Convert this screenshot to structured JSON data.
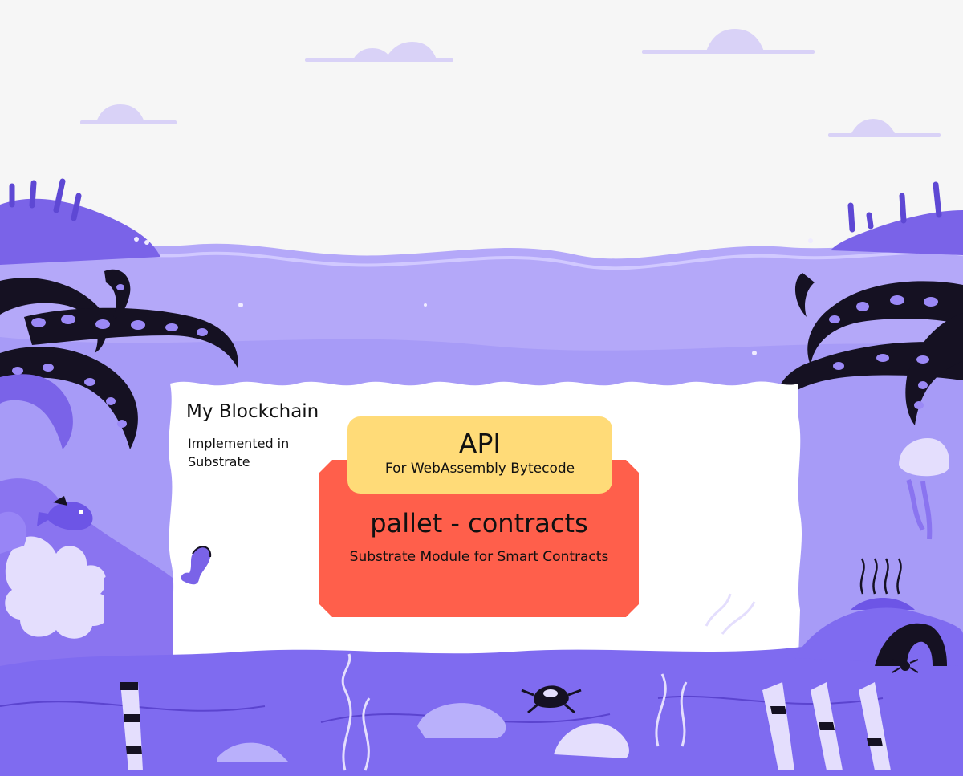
{
  "panel": {
    "title": "My Blockchain",
    "subtitle": "Implemented in Substrate"
  },
  "api_box": {
    "title": "API",
    "subtitle": "For WebAssembly Bytecode",
    "color": "#ffdb78"
  },
  "pallet_box": {
    "title": "pallet - contracts",
    "subtitle": "Substrate Module for Smart Contracts",
    "color": "#ff5f4b"
  },
  "colors": {
    "sky": "#f6f6f6",
    "cloud": "#d9d2f7",
    "water": "#b4a8f9",
    "deep_water": "#8f7df0",
    "seabed": "#7f6bf0",
    "tentacle": "#151122",
    "panel": "#ffffff"
  }
}
